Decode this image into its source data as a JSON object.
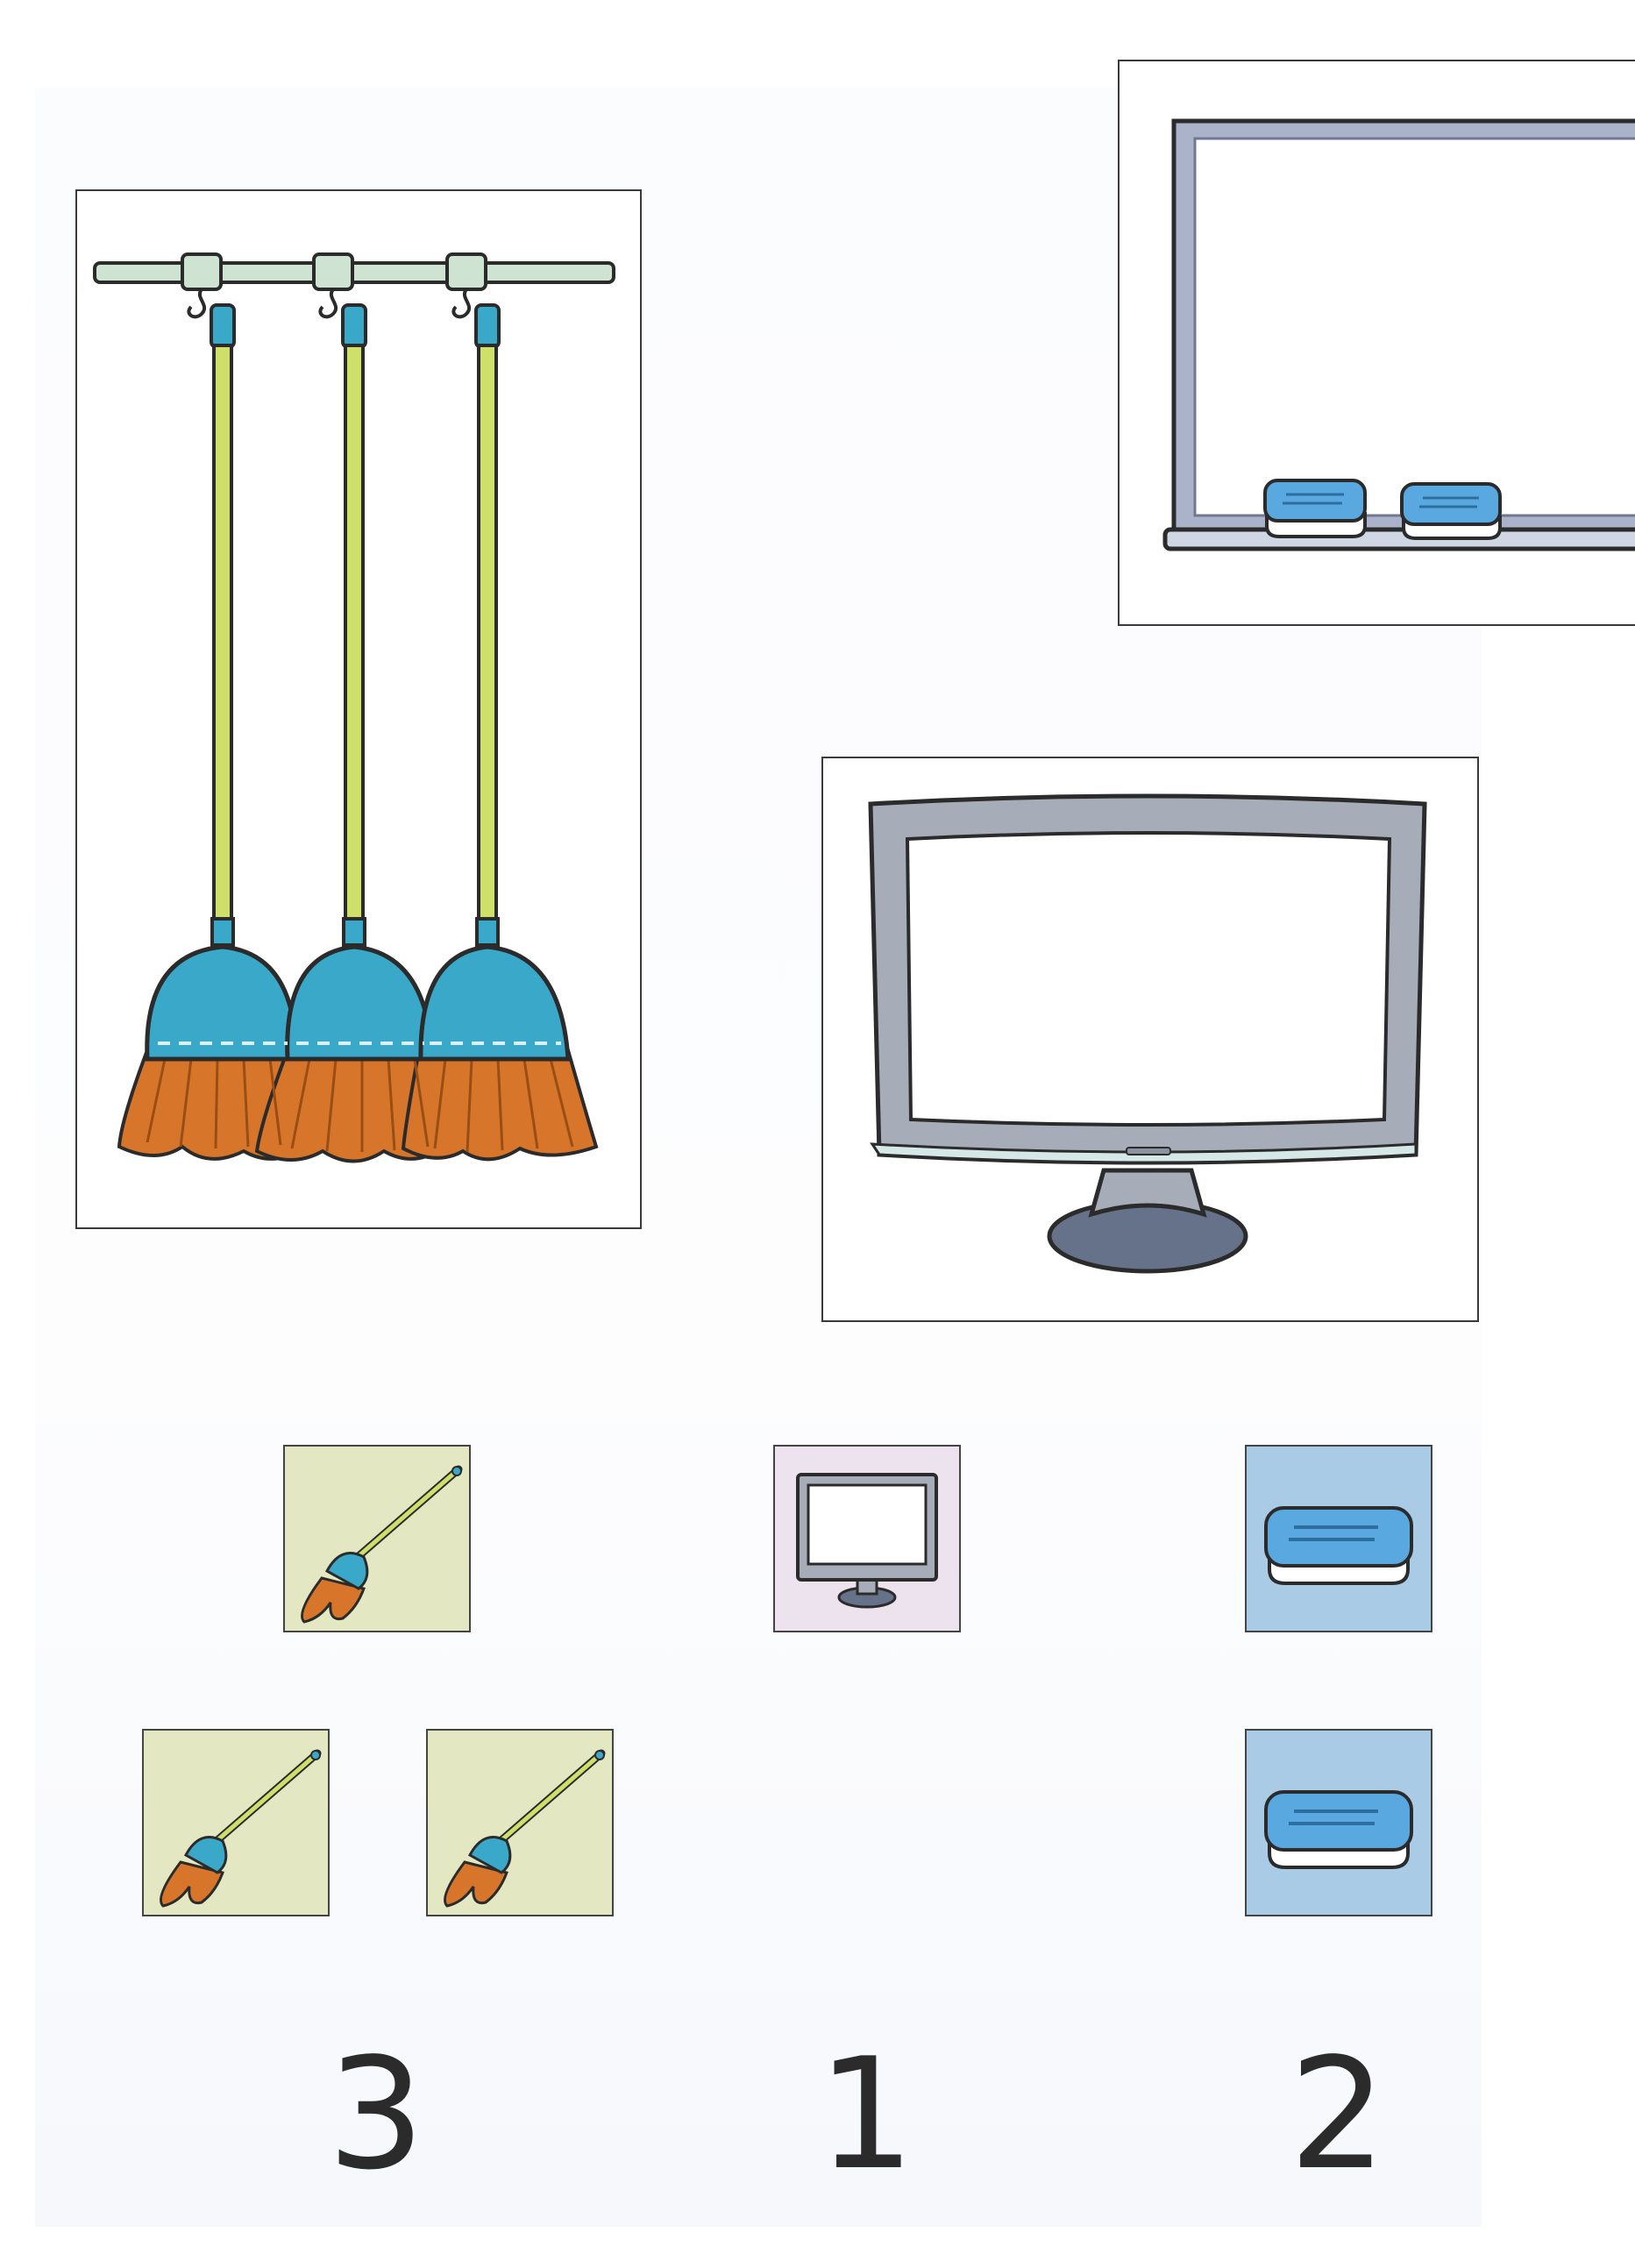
{
  "pictures": {
    "brooms": {
      "icon": "three-hanging-brooms",
      "count_depicted": 3
    },
    "whiteboard": {
      "icon": "whiteboard-with-two-erasers",
      "count_depicted": 2
    },
    "monitor": {
      "icon": "computer-monitor",
      "count_depicted": 1
    }
  },
  "groups": [
    {
      "item": "broom",
      "icon": "broom-icon",
      "tiles": 3,
      "tile_color": "#e3e8c2",
      "count_label": "3"
    },
    {
      "item": "monitor",
      "icon": "monitor-icon",
      "tiles": 1,
      "tile_color": "#ece3ee",
      "count_label": "1"
    },
    {
      "item": "eraser",
      "icon": "eraser-icon",
      "tiles": 2,
      "tile_color": "#a9cbe6",
      "count_label": "2"
    }
  ],
  "colors": {
    "outline": "#2b2b2b",
    "broom_handle": "#cfe06a",
    "broom_cap": "#3aa9c9",
    "broom_bristles": "#d7762a",
    "eraser_blue": "#5aa8e0",
    "board_frame": "#aab3c9",
    "monitor_frame": "#a7adb8"
  }
}
